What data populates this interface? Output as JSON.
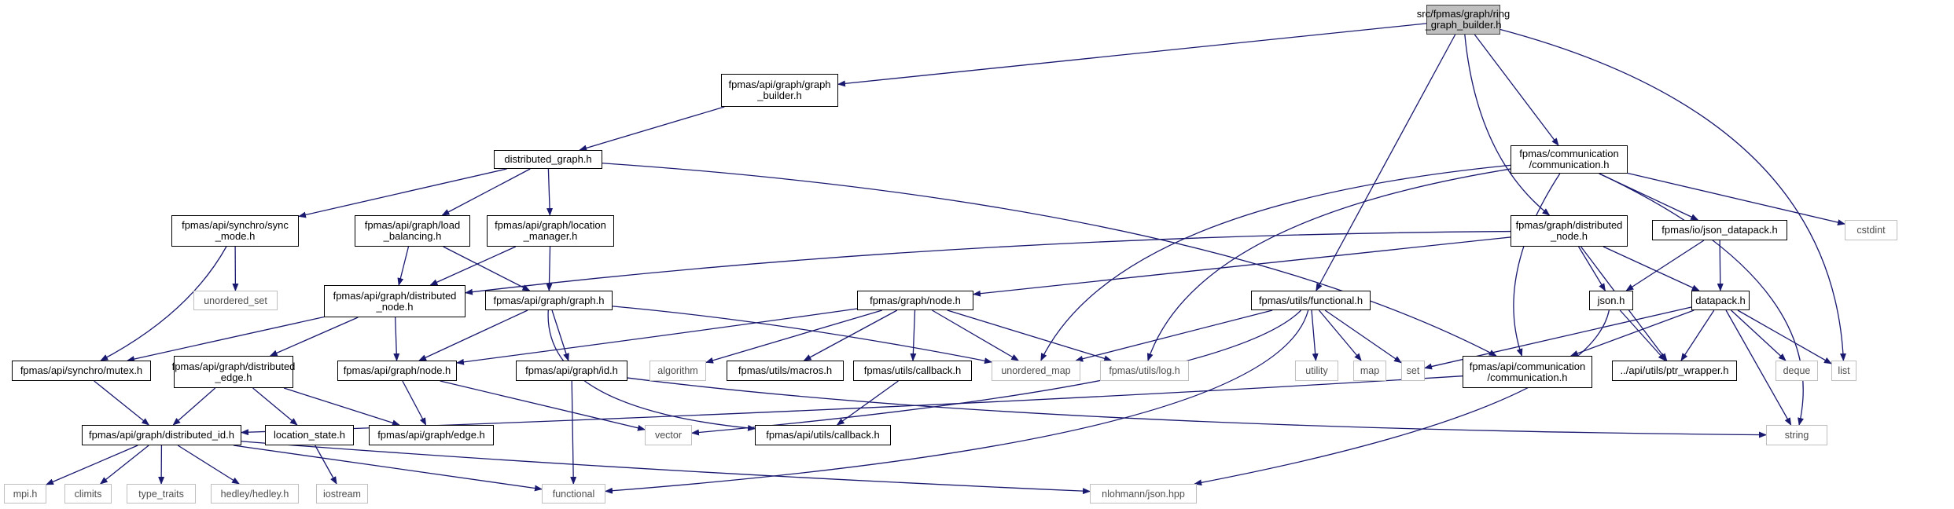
{
  "nodes": {
    "root": "src/fpmas/graph/ring\n_graph_builder.h",
    "graph_builder": "fpmas/api/graph/graph\n_builder.h",
    "distributed_graph": "distributed_graph.h",
    "comm_comm": "fpmas/communication\n/communication.h",
    "sync_mode": "fpmas/api/synchro/sync\n_mode.h",
    "load_balancing": "fpmas/api/graph/load\n_balancing.h",
    "location_manager": "fpmas/api/graph/location\n_manager.h",
    "graph_dnode": "fpmas/graph/distributed\n_node.h",
    "json_datapack": "fpmas/io/json_datapack.h",
    "cstdint": "cstdint",
    "unordered_set": "unordered_set",
    "api_dnode": "fpmas/api/graph/distributed\n_node.h",
    "api_graph": "fpmas/api/graph/graph.h",
    "graph_node": "fpmas/graph/node.h",
    "functional_h": "fpmas/utils/functional.h",
    "json_h": "json.h",
    "datapack": "datapack.h",
    "mutex": "fpmas/api/synchro/mutex.h",
    "dedge": "fpmas/api/graph/distributed\n_edge.h",
    "api_node": "fpmas/api/graph/node.h",
    "api_id": "fpmas/api/graph/id.h",
    "algorithm": "algorithm",
    "macros": "fpmas/utils/macros.h",
    "utils_callback": "fpmas/utils/callback.h",
    "unordered_map": "unordered_map",
    "log": "fpmas/utils/log.h",
    "utility": "utility",
    "map": "map",
    "set": "set",
    "api_comm": "fpmas/api/communication\n/communication.h",
    "ptr_wrapper": "../api/utils/ptr_wrapper.h",
    "deque": "deque",
    "list": "list",
    "did": "fpmas/api/graph/distributed_id.h",
    "location_state": "location_state.h",
    "edge": "fpmas/api/graph/edge.h",
    "vector": "vector",
    "api_callback": "fpmas/api/utils/callback.h",
    "string": "string",
    "mpi": "mpi.h",
    "climits": "climits",
    "type_traits": "type_traits",
    "hedley": "hedley/hedley.h",
    "iostream": "iostream",
    "functional": "functional",
    "json_hpp": "nlohmann/json.hpp"
  },
  "colors": {
    "edge": "#191970",
    "node_border": "#000000",
    "ext_border": "#bfbfbf",
    "root_fill": "#bfbfbf"
  }
}
